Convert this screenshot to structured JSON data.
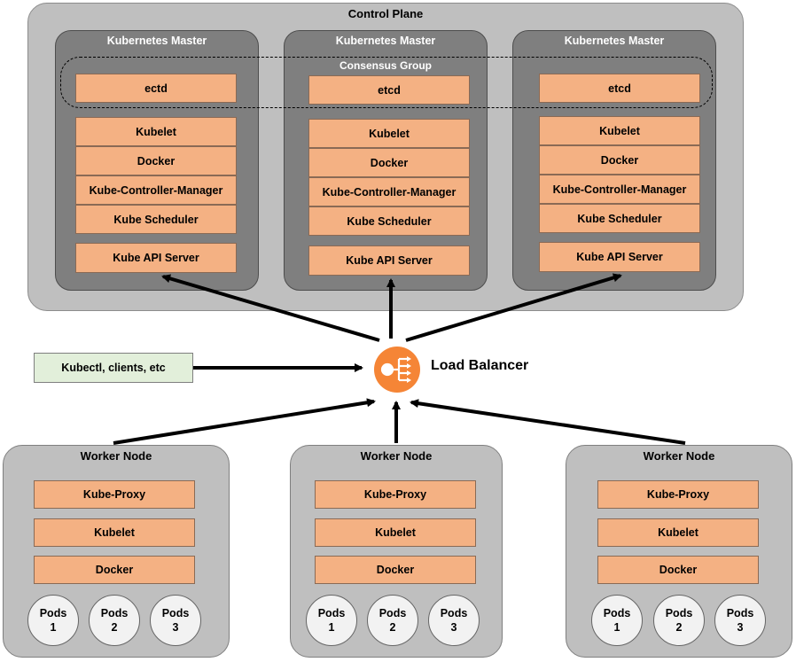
{
  "control_plane": {
    "title": "Control Plane",
    "consensus_label": "Consensus Group",
    "masters": [
      {
        "title": "Kubernetes Master",
        "etcd": "ectd",
        "kubelet": "Kubelet",
        "docker": "Docker",
        "controller": "Kube-Controller-Manager",
        "scheduler": "Kube Scheduler",
        "api": "Kube API Server"
      },
      {
        "title": "Kubernetes Master",
        "etcd": "etcd",
        "kubelet": "Kubelet",
        "docker": "Docker",
        "controller": "Kube-Controller-Manager",
        "scheduler": "Kube Scheduler",
        "api": "Kube API Server"
      },
      {
        "title": "Kubernetes Master",
        "etcd": "etcd",
        "kubelet": "Kubelet",
        "docker": "Docker",
        "controller": "Kube-Controller-Manager",
        "scheduler": "Kube Scheduler",
        "api": "Kube API Server"
      }
    ]
  },
  "load_balancer": {
    "label": "Load Balancer",
    "icon": "load-balancer-icon",
    "color": "#f58536"
  },
  "client": {
    "label": "Kubectl, clients, etc"
  },
  "workers": [
    {
      "title": "Worker Node",
      "proxy": "Kube-Proxy",
      "kubelet": "Kubelet",
      "docker": "Docker",
      "pods": [
        {
          "label": "Pods",
          "num": "1"
        },
        {
          "label": "Pods",
          "num": "2"
        },
        {
          "label": "Pods",
          "num": "3"
        }
      ]
    },
    {
      "title": "Worker Node",
      "proxy": "Kube-Proxy",
      "kubelet": "Kubelet",
      "docker": "Docker",
      "pods": [
        {
          "label": "Pods",
          "num": "1"
        },
        {
          "label": "Pods",
          "num": "2"
        },
        {
          "label": "Pods",
          "num": "3"
        }
      ]
    },
    {
      "title": "Worker Node",
      "proxy": "Kube-Proxy",
      "kubelet": "Kubelet",
      "docker": "Docker",
      "pods": [
        {
          "label": "Pods",
          "num": "1"
        },
        {
          "label": "Pods",
          "num": "2"
        },
        {
          "label": "Pods",
          "num": "3"
        }
      ]
    }
  ],
  "colors": {
    "component": "#f4b183",
    "master": "#7f7f7f",
    "panel": "#bfbfbf",
    "client": "#e2efda"
  }
}
